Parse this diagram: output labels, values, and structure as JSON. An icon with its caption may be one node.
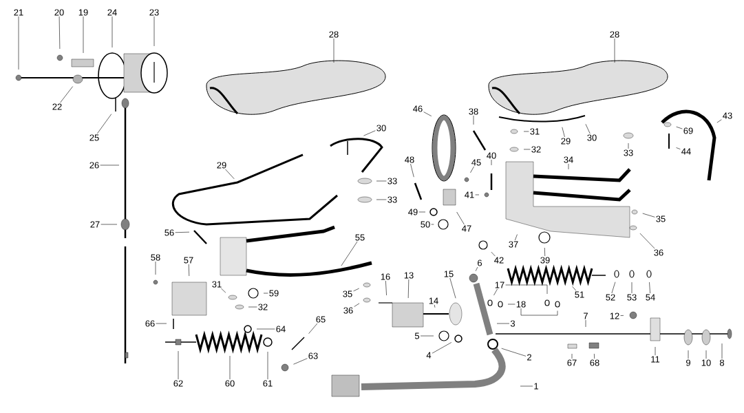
{
  "diagram": {
    "nodes": [
      {
        "text": [
          "21"
        ]
      },
      {
        "text": [
          "20"
        ]
      },
      {
        "text": [
          "19"
        ]
      },
      {
        "text": [
          "24"
        ]
      },
      {
        "text": [
          "23"
        ]
      },
      {
        "text": [
          "22"
        ]
      },
      {
        "text": [
          "25"
        ]
      },
      {
        "text": [
          "26"
        ]
      },
      {
        "text": [
          "27"
        ]
      },
      {
        "text": [
          "28"
        ]
      },
      {
        "text": [
          "30"
        ]
      },
      {
        "text": [
          "29"
        ]
      },
      {
        "text": [
          "33"
        ]
      },
      {
        "text": [
          "33"
        ]
      },
      {
        "text": [
          "56"
        ]
      },
      {
        "text": [
          "55"
        ]
      },
      {
        "text": [
          "58"
        ]
      },
      {
        "text": [
          "57"
        ]
      },
      {
        "text": [
          "31"
        ]
      },
      {
        "text": [
          "59"
        ]
      },
      {
        "text": [
          "32"
        ]
      },
      {
        "text": [
          "35"
        ]
      },
      {
        "text": [
          "36"
        ]
      },
      {
        "text": [
          "66"
        ]
      },
      {
        "text": [
          "64"
        ]
      },
      {
        "text": [
          "65"
        ]
      },
      {
        "text": [
          "63"
        ]
      },
      {
        "text": [
          "62"
        ]
      },
      {
        "text": [
          "60"
        ]
      },
      {
        "text": [
          "61"
        ]
      },
      {
        "text": [
          "16"
        ]
      },
      {
        "text": [
          "13"
        ]
      },
      {
        "text": [
          "15"
        ]
      },
      {
        "text": [
          "14"
        ]
      },
      {
        "text": [
          "6"
        ]
      },
      {
        "text": [
          "5"
        ]
      },
      {
        "text": [
          "4"
        ]
      },
      {
        "text": [
          "3"
        ]
      },
      {
        "text": [
          "2"
        ]
      },
      {
        "text": [
          "1"
        ]
      },
      {
        "text": [
          "42"
        ]
      },
      {
        "text": [
          "17"
        ]
      },
      {
        "text": [
          "18"
        ]
      },
      {
        "text": [
          "51"
        ]
      },
      {
        "text": [
          "39"
        ]
      },
      {
        "text": [
          "52"
        ]
      },
      {
        "text": [
          "53"
        ]
      },
      {
        "text": [
          "54"
        ]
      },
      {
        "text": [
          "12"
        ]
      },
      {
        "text": [
          "7"
        ]
      },
      {
        "text": [
          "11"
        ]
      },
      {
        "text": [
          "9"
        ]
      },
      {
        "text": [
          "10"
        ]
      },
      {
        "text": [
          "8"
        ]
      },
      {
        "text": [
          "67"
        ]
      },
      {
        "text": [
          "68"
        ]
      },
      {
        "text": [
          "28"
        ]
      },
      {
        "text": [
          "29"
        ]
      },
      {
        "text": [
          "30"
        ]
      },
      {
        "text": [
          "31"
        ]
      },
      {
        "text": [
          "32"
        ]
      },
      {
        "text": [
          "33"
        ]
      },
      {
        "text": [
          "46"
        ]
      },
      {
        "text": [
          "38"
        ]
      },
      {
        "text": [
          "43"
        ]
      },
      {
        "text": [
          "69"
        ]
      },
      {
        "text": [
          "44"
        ]
      },
      {
        "text": [
          "45"
        ]
      },
      {
        "text": [
          "40"
        ]
      },
      {
        "text": [
          "34"
        ]
      },
      {
        "text": [
          "48"
        ]
      },
      {
        "text": [
          "41"
        ]
      },
      {
        "text": [
          "49"
        ]
      },
      {
        "text": [
          "50"
        ]
      },
      {
        "text": [
          "47"
        ]
      },
      {
        "text": [
          "37"
        ]
      },
      {
        "text": [
          "35"
        ]
      },
      {
        "text": [
          "36"
        ]
      }
    ],
    "edges": [
      {
        "from": 0,
        "to": null,
        "arrow": "none"
      },
      {
        "from": 1,
        "to": null,
        "arrow": "none"
      },
      {
        "from": 2,
        "to": null,
        "arrow": "none"
      },
      {
        "from": 3,
        "to": null,
        "arrow": "none"
      },
      {
        "from": 4,
        "to": null,
        "arrow": "none"
      },
      {
        "from": 5,
        "to": null,
        "arrow": "none"
      },
      {
        "from": 6,
        "to": null,
        "arrow": "none"
      },
      {
        "from": 7,
        "to": null,
        "arrow": "none"
      },
      {
        "from": 8,
        "to": null,
        "arrow": "none"
      },
      {
        "from": 9,
        "to": null,
        "arrow": "none"
      },
      {
        "from": 10,
        "to": null,
        "arrow": "none"
      },
      {
        "from": 11,
        "to": null,
        "arrow": "none"
      },
      {
        "from": 12,
        "to": null,
        "arrow": "none"
      },
      {
        "from": 13,
        "to": null,
        "arrow": "none"
      },
      {
        "from": 14,
        "to": null,
        "arrow": "none"
      },
      {
        "from": 15,
        "to": null,
        "arrow": "none"
      },
      {
        "from": 16,
        "to": null,
        "arrow": "none"
      },
      {
        "from": 17,
        "to": null,
        "arrow": "none"
      },
      {
        "from": 18,
        "to": null,
        "arrow": "none"
      },
      {
        "from": 19,
        "to": null,
        "arrow": "none"
      },
      {
        "from": 20,
        "to": null,
        "arrow": "none"
      },
      {
        "from": 21,
        "to": null,
        "arrow": "none"
      },
      {
        "from": 22,
        "to": null,
        "arrow": "none"
      },
      {
        "from": 23,
        "to": null,
        "arrow": "none"
      },
      {
        "from": 24,
        "to": null,
        "arrow": "none"
      },
      {
        "from": 25,
        "to": null,
        "arrow": "none"
      },
      {
        "from": 26,
        "to": null,
        "arrow": "none"
      },
      {
        "from": 27,
        "to": null,
        "arrow": "none"
      },
      {
        "from": 28,
        "to": null,
        "arrow": "none"
      },
      {
        "from": 29,
        "to": null,
        "arrow": "none"
      },
      {
        "from": 30,
        "to": null,
        "arrow": "none"
      },
      {
        "from": 31,
        "to": null,
        "arrow": "none"
      },
      {
        "from": 32,
        "to": null,
        "arrow": "none"
      },
      {
        "from": 33,
        "to": null,
        "arrow": "none"
      },
      {
        "from": 34,
        "to": null,
        "arrow": "none"
      },
      {
        "from": 35,
        "to": null,
        "arrow": "none"
      },
      {
        "from": 36,
        "to": null,
        "arrow": "none"
      },
      {
        "from": 37,
        "to": null,
        "arrow": "none"
      },
      {
        "from": 38,
        "to": null,
        "arrow": "none"
      },
      {
        "from": 39,
        "to": null,
        "arrow": "none"
      },
      {
        "from": 40,
        "to": null,
        "arrow": "none"
      },
      {
        "from": 41,
        "to": null,
        "arrow": "none"
      },
      {
        "from": 41,
        "to": null,
        "arrow": "none"
      },
      {
        "from": 42,
        "to": null,
        "arrow": "none"
      },
      {
        "from": 42,
        "to": null,
        "arrow": "none"
      },
      {
        "from": 43,
        "to": null,
        "arrow": "none"
      },
      {
        "from": 44,
        "to": null,
        "arrow": "none"
      },
      {
        "from": 45,
        "to": null,
        "arrow": "none"
      },
      {
        "from": 46,
        "to": null,
        "arrow": "none"
      },
      {
        "from": 47,
        "to": null,
        "arrow": "none"
      },
      {
        "from": 48,
        "to": null,
        "arrow": "none"
      },
      {
        "from": 49,
        "to": null,
        "arrow": "none"
      },
      {
        "from": 50,
        "to": null,
        "arrow": "none"
      },
      {
        "from": 51,
        "to": null,
        "arrow": "none"
      },
      {
        "from": 52,
        "to": null,
        "arrow": "none"
      },
      {
        "from": 53,
        "to": null,
        "arrow": "none"
      },
      {
        "from": 54,
        "to": null,
        "arrow": "none"
      },
      {
        "from": 55,
        "to": null,
        "arrow": "none"
      },
      {
        "from": 56,
        "to": null,
        "arrow": "none"
      },
      {
        "from": 57,
        "to": null,
        "arrow": "none"
      },
      {
        "from": 58,
        "to": null,
        "arrow": "none"
      },
      {
        "from": 59,
        "to": null,
        "arrow": "none"
      },
      {
        "from": 60,
        "to": null,
        "arrow": "none"
      },
      {
        "from": 61,
        "to": null,
        "arrow": "none"
      },
      {
        "from": 62,
        "to": null,
        "arrow": "none"
      },
      {
        "from": 63,
        "to": null,
        "arrow": "none"
      },
      {
        "from": 64,
        "to": null,
        "arrow": "none"
      },
      {
        "from": 65,
        "to": null,
        "arrow": "none"
      },
      {
        "from": 66,
        "to": null,
        "arrow": "none"
      },
      {
        "from": 67,
        "to": null,
        "arrow": "none"
      },
      {
        "from": 68,
        "to": null,
        "arrow": "none"
      },
      {
        "from": 69,
        "to": null,
        "arrow": "none"
      },
      {
        "from": 70,
        "to": null,
        "arrow": "none"
      },
      {
        "from": 71,
        "to": null,
        "arrow": "none"
      },
      {
        "from": 72,
        "to": null,
        "arrow": "none"
      },
      {
        "from": 73,
        "to": null,
        "arrow": "none"
      },
      {
        "from": 74,
        "to": null,
        "arrow": "none"
      },
      {
        "from": 75,
        "to": null,
        "arrow": "none"
      },
      {
        "from": 76,
        "to": null,
        "arrow": "none"
      },
      {
        "from": 77,
        "to": null,
        "arrow": "none"
      }
    ]
  }
}
